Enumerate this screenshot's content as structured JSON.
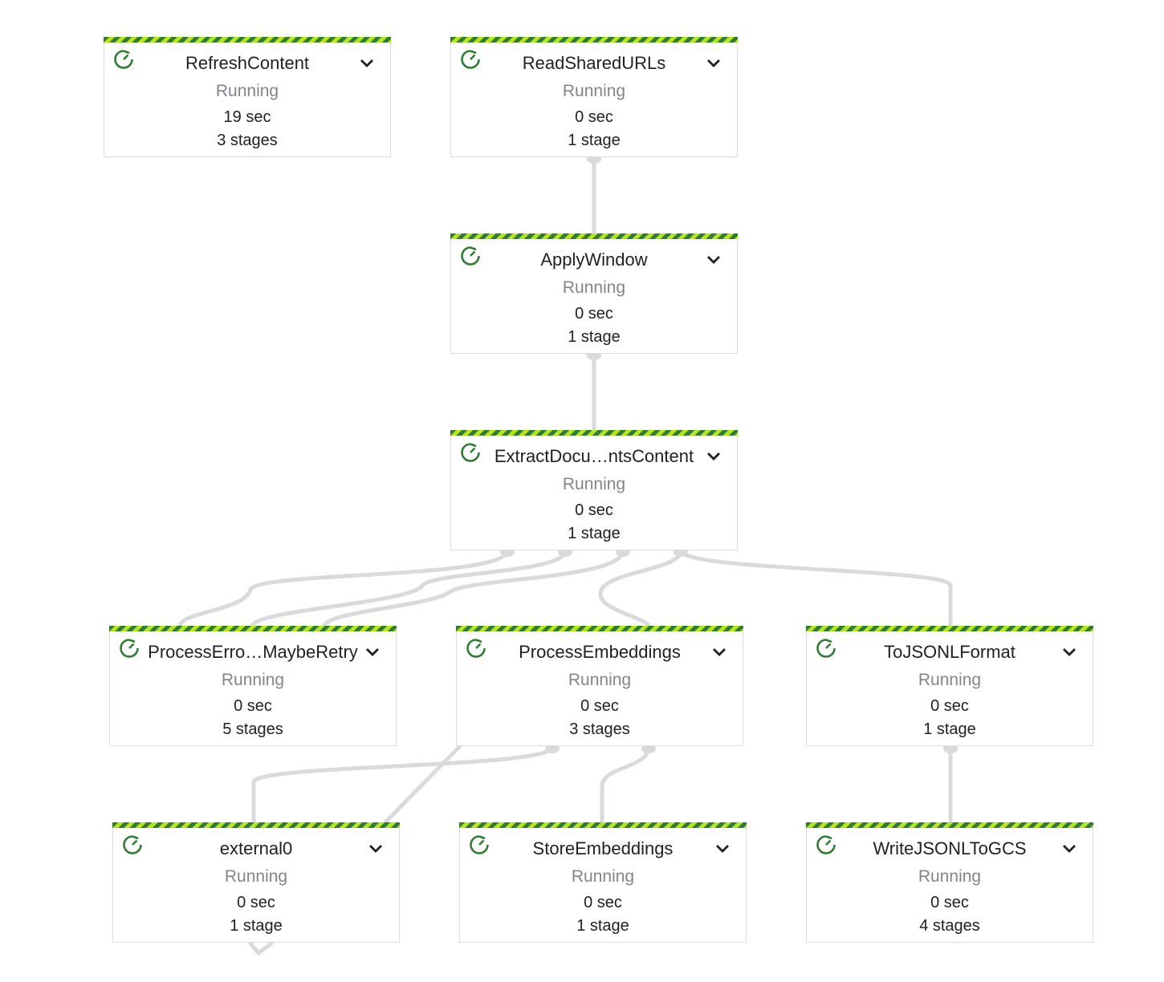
{
  "colors": {
    "stripe_dark": "#2e7d32",
    "stripe_light": "#b5e61d",
    "status_icon": "#2e7d32",
    "edge": "#dadada"
  },
  "icons": {
    "status": "running-refresh-icon",
    "expand": "chevron-down-icon"
  },
  "nodes": [
    {
      "id": "refresh",
      "name": "RefreshContent",
      "status": "Running",
      "time": "19 sec",
      "stages": "3 stages"
    },
    {
      "id": "readurls",
      "name": "ReadSharedURLs",
      "status": "Running",
      "time": "0 sec",
      "stages": "1 stage"
    },
    {
      "id": "applywindow",
      "name": "ApplyWindow",
      "status": "Running",
      "time": "0 sec",
      "stages": "1 stage"
    },
    {
      "id": "extract",
      "name": "ExtractDocu…ntsContent",
      "status": "Running",
      "time": "0 sec",
      "stages": "1 stage"
    },
    {
      "id": "processerr",
      "name": "ProcessErro…MaybeRetry",
      "status": "Running",
      "time": "0 sec",
      "stages": "5 stages"
    },
    {
      "id": "processemb",
      "name": "ProcessEmbeddings",
      "status": "Running",
      "time": "0 sec",
      "stages": "3 stages"
    },
    {
      "id": "tojsonl",
      "name": "ToJSONLFormat",
      "status": "Running",
      "time": "0 sec",
      "stages": "1 stage"
    },
    {
      "id": "external0",
      "name": "external0",
      "status": "Running",
      "time": "0 sec",
      "stages": "1 stage"
    },
    {
      "id": "storeemb",
      "name": "StoreEmbeddings",
      "status": "Running",
      "time": "0 sec",
      "stages": "1 stage"
    },
    {
      "id": "writejsonl",
      "name": "WriteJSONLToGCS",
      "status": "Running",
      "time": "0 sec",
      "stages": "4 stages"
    }
  ],
  "edges": [
    [
      "readurls",
      "applywindow"
    ],
    [
      "applywindow",
      "extract"
    ],
    [
      "extract",
      "processerr"
    ],
    [
      "extract",
      "processerr"
    ],
    [
      "extract",
      "processerr"
    ],
    [
      "extract",
      "processemb"
    ],
    [
      "extract",
      "tojsonl"
    ],
    [
      "processemb",
      "external0"
    ],
    [
      "processemb",
      "external0"
    ],
    [
      "processemb",
      "storeemb"
    ],
    [
      "tojsonl",
      "writejsonl"
    ]
  ]
}
